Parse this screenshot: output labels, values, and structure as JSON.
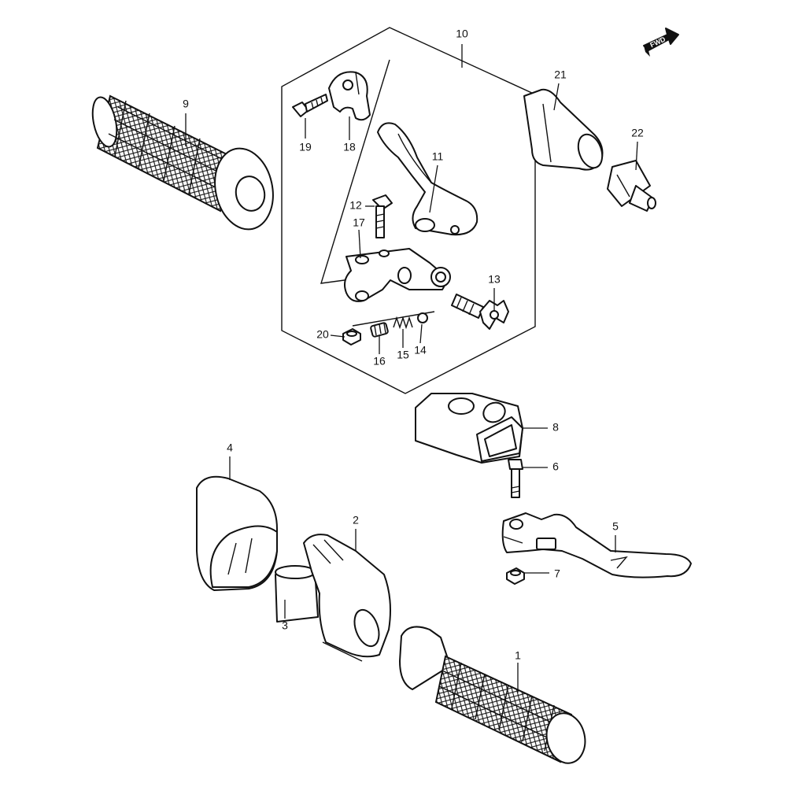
{
  "diagram": {
    "direction_badge": "FWD",
    "parts": [
      {
        "num": "1"
      },
      {
        "num": "2"
      },
      {
        "num": "3"
      },
      {
        "num": "4"
      },
      {
        "num": "5"
      },
      {
        "num": "6"
      },
      {
        "num": "7"
      },
      {
        "num": "8"
      },
      {
        "num": "9"
      },
      {
        "num": "10"
      },
      {
        "num": "11"
      },
      {
        "num": "12"
      },
      {
        "num": "13"
      },
      {
        "num": "14"
      },
      {
        "num": "15"
      },
      {
        "num": "16"
      },
      {
        "num": "17"
      },
      {
        "num": "18"
      },
      {
        "num": "19"
      },
      {
        "num": "20"
      },
      {
        "num": "21"
      },
      {
        "num": "22"
      }
    ]
  }
}
